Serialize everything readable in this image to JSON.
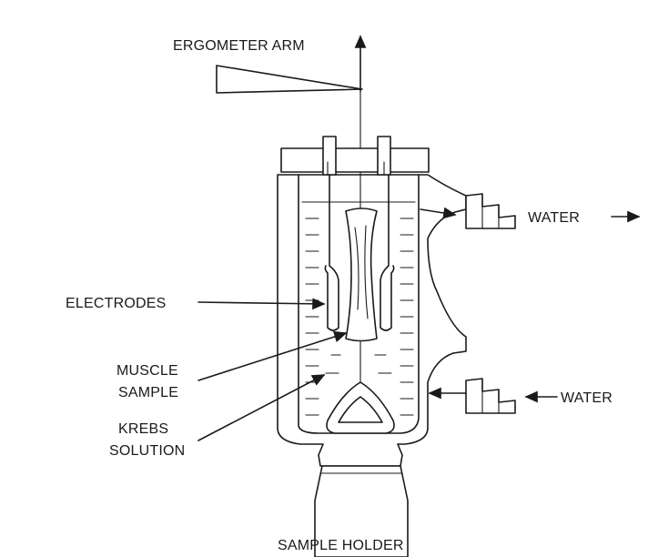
{
  "labels": {
    "ergometer_arm": "ERGOMETER ARM",
    "water_out": "WATER",
    "water_in": "WATER",
    "electrodes": "ELECTRODES",
    "muscle_line1": "MUSCLE",
    "muscle_line2": "SAMPLE",
    "krebs_line1": "KREBS",
    "krebs_line2": "SOLUTION",
    "sample_holder": "SAMPLE HOLDER"
  }
}
